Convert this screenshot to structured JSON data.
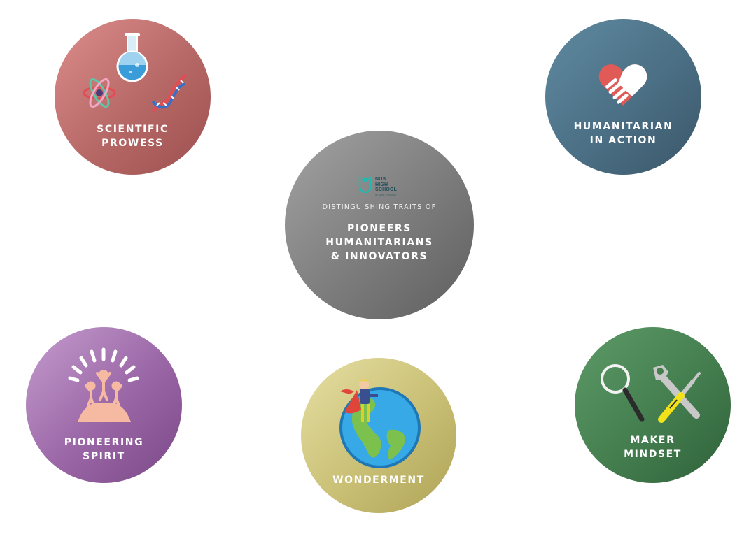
{
  "core": {
    "logo": {
      "lines": [
        "NUS",
        "HIGH",
        "SCHOOL"
      ],
      "tagline": "OF MATH & SCIENCE",
      "icon": "nus-high-school-logo-icon"
    },
    "intro": "DISTINGUISHING TRAITS OF",
    "title_lines": [
      "PIONEERS",
      "HUMANITARIANS",
      "& INNOVATORS"
    ]
  },
  "traits": {
    "scientific": {
      "lines": [
        "SCIENTIFIC",
        "PROWESS"
      ],
      "icons": [
        "flask-icon",
        "atom-icon",
        "dna-icon"
      ]
    },
    "humanitarian": {
      "lines": [
        "HUMANITARIAN",
        "IN ACTION"
      ],
      "icons": [
        "heart-handshake-icon"
      ]
    },
    "pioneering": {
      "lines": [
        "PIONEERING",
        "SPIRIT"
      ],
      "icons": [
        "people-on-summit-icon"
      ]
    },
    "wonderment": {
      "lines": [
        "WONDERMENT"
      ],
      "icons": [
        "hero-on-globe-icon"
      ]
    },
    "maker": {
      "lines": [
        "MAKER",
        "MINDSET"
      ],
      "icons": [
        "magnifier-icon",
        "tools-icon"
      ]
    }
  },
  "colors": {
    "scientific": "#b66866",
    "humanitarian": "#4b6f85",
    "core": "#7c7c7c",
    "pioneering": "#9a66a6",
    "wonderment": "#c9bf75",
    "maker": "#447e4f"
  }
}
